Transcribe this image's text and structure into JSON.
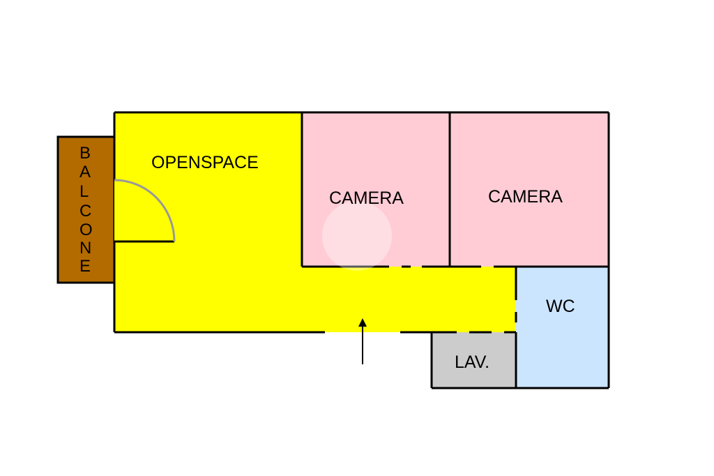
{
  "plan": {
    "rooms": {
      "openspace": {
        "label": "OPENSPACE",
        "color": "#ffff00"
      },
      "camera1": {
        "label": "CAMERA",
        "color": "#ffcccc"
      },
      "camera2": {
        "label": "CAMERA",
        "color": "#ffcccc"
      },
      "wc": {
        "label": "WC",
        "color": "#cce5ff"
      },
      "lav": {
        "label": "LAV.",
        "color": "#cccccc"
      },
      "balcone": {
        "label": "BALCONE",
        "letters": [
          "B",
          "A",
          "L",
          "C",
          "O",
          "N",
          "E"
        ],
        "color": "#b36b00"
      }
    },
    "wall_color": "#000000",
    "door_arc_color": "#999999",
    "entrance_arrow": "entrance-arrow"
  }
}
